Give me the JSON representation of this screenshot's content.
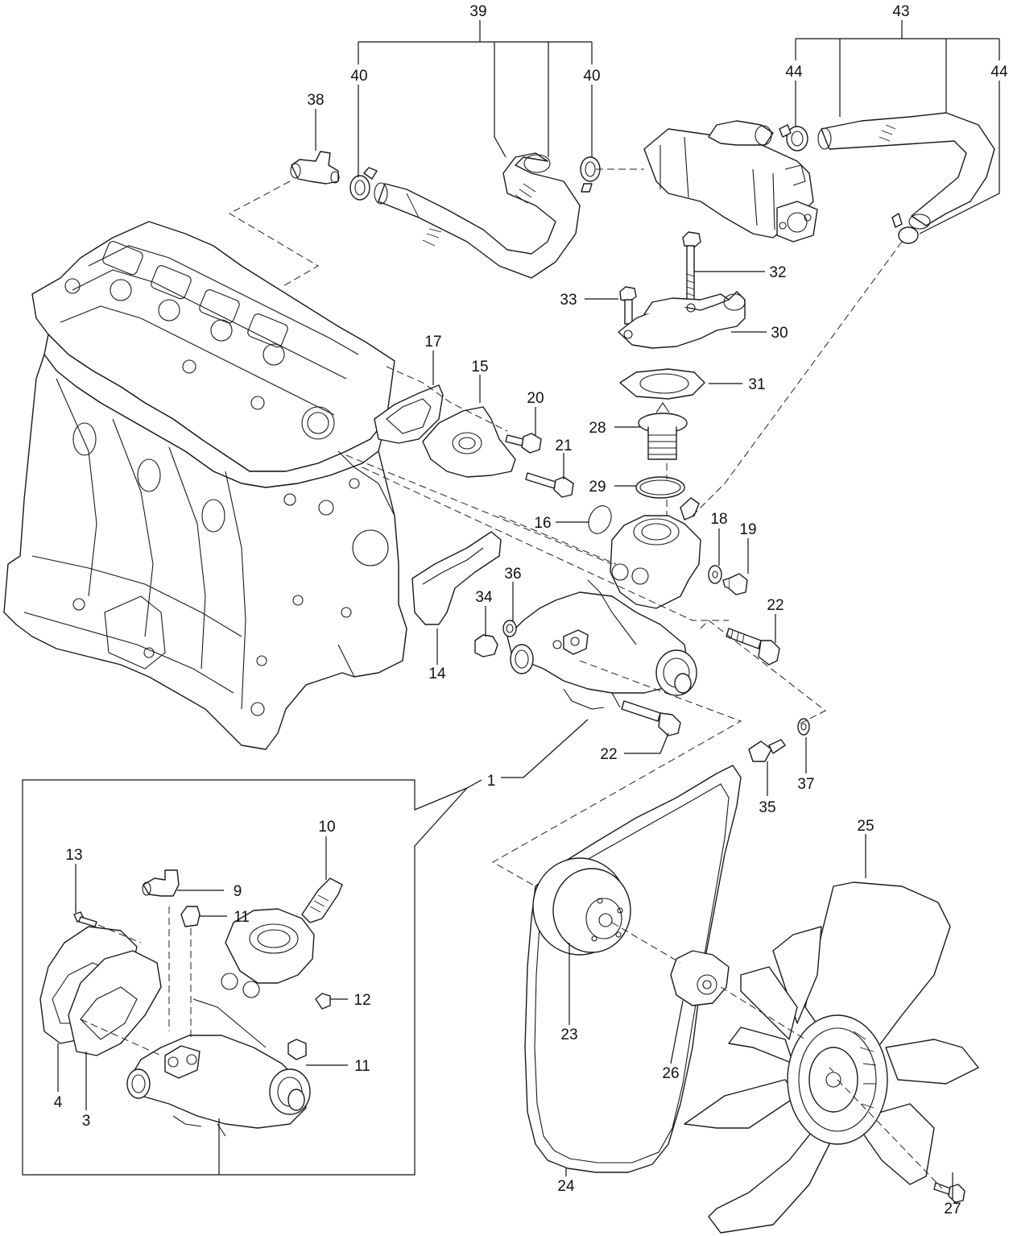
{
  "callouts": [
    {
      "id": "c1",
      "label": "1"
    },
    {
      "id": "c3",
      "label": "3"
    },
    {
      "id": "c4",
      "label": "4"
    },
    {
      "id": "c9",
      "label": "9"
    },
    {
      "id": "c10",
      "label": "10"
    },
    {
      "id": "c11a",
      "label": "11"
    },
    {
      "id": "c11b",
      "label": "11"
    },
    {
      "id": "c12",
      "label": "12"
    },
    {
      "id": "c13",
      "label": "13"
    },
    {
      "id": "c14",
      "label": "14"
    },
    {
      "id": "c15",
      "label": "15"
    },
    {
      "id": "c16",
      "label": "16"
    },
    {
      "id": "c17",
      "label": "17"
    },
    {
      "id": "c18",
      "label": "18"
    },
    {
      "id": "c19",
      "label": "19"
    },
    {
      "id": "c20",
      "label": "20"
    },
    {
      "id": "c21",
      "label": "21"
    },
    {
      "id": "c22a",
      "label": "22"
    },
    {
      "id": "c22b",
      "label": "22"
    },
    {
      "id": "c23",
      "label": "23"
    },
    {
      "id": "c24",
      "label": "24"
    },
    {
      "id": "c25",
      "label": "25"
    },
    {
      "id": "c26",
      "label": "26"
    },
    {
      "id": "c27",
      "label": "27"
    },
    {
      "id": "c28",
      "label": "28"
    },
    {
      "id": "c29",
      "label": "29"
    },
    {
      "id": "c30",
      "label": "30"
    },
    {
      "id": "c31",
      "label": "31"
    },
    {
      "id": "c32",
      "label": "32"
    },
    {
      "id": "c33",
      "label": "33"
    },
    {
      "id": "c34",
      "label": "34"
    },
    {
      "id": "c35",
      "label": "35"
    },
    {
      "id": "c36",
      "label": "36"
    },
    {
      "id": "c37",
      "label": "37"
    },
    {
      "id": "c38",
      "label": "38"
    },
    {
      "id": "c39",
      "label": "39"
    },
    {
      "id": "c40a",
      "label": "40"
    },
    {
      "id": "c40b",
      "label": "40"
    },
    {
      "id": "c43",
      "label": "43"
    },
    {
      "id": "c44a",
      "label": "44"
    },
    {
      "id": "c44b",
      "label": "44"
    }
  ]
}
